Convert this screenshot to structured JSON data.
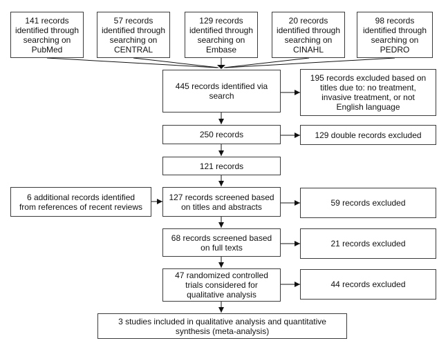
{
  "sources": [
    "141 records\nidentified through\nsearching on\nPubMed",
    "57 records\nidentified through\nsearching on\nCENTRAL",
    "129 records\nidentified through\nsearching on\nEmbase",
    "20 records\nidentified through\nsearching on\nCINAHL",
    "98 records\nidentified through\nsearching on\nPEDRO"
  ],
  "main": {
    "identified": "445 records identified via\nsearch",
    "after_title": "250 records",
    "after_dedup": "121 records",
    "screened": "127 records screened based\non titles and abstracts",
    "fulltext": "68 records screened based\non full texts",
    "rct": "47 randomized controlled\ntrials considered for\nqualitative analysis",
    "included": "3 studies included in qualitative analysis and quantitative\nsynthesis (meta-analysis)"
  },
  "side": {
    "excl_titles": "195 records excluded based on\ntitles due to: no treatment,\ninvasive treatment, or not\nEnglish language",
    "excl_double": "129 double records excluded",
    "additional": "6 additional records identified\nfrom references of recent reviews",
    "excl_screen": "59 records excluded",
    "excl_fulltext": "21 records excluded",
    "excl_rct": "44 records excluded"
  }
}
